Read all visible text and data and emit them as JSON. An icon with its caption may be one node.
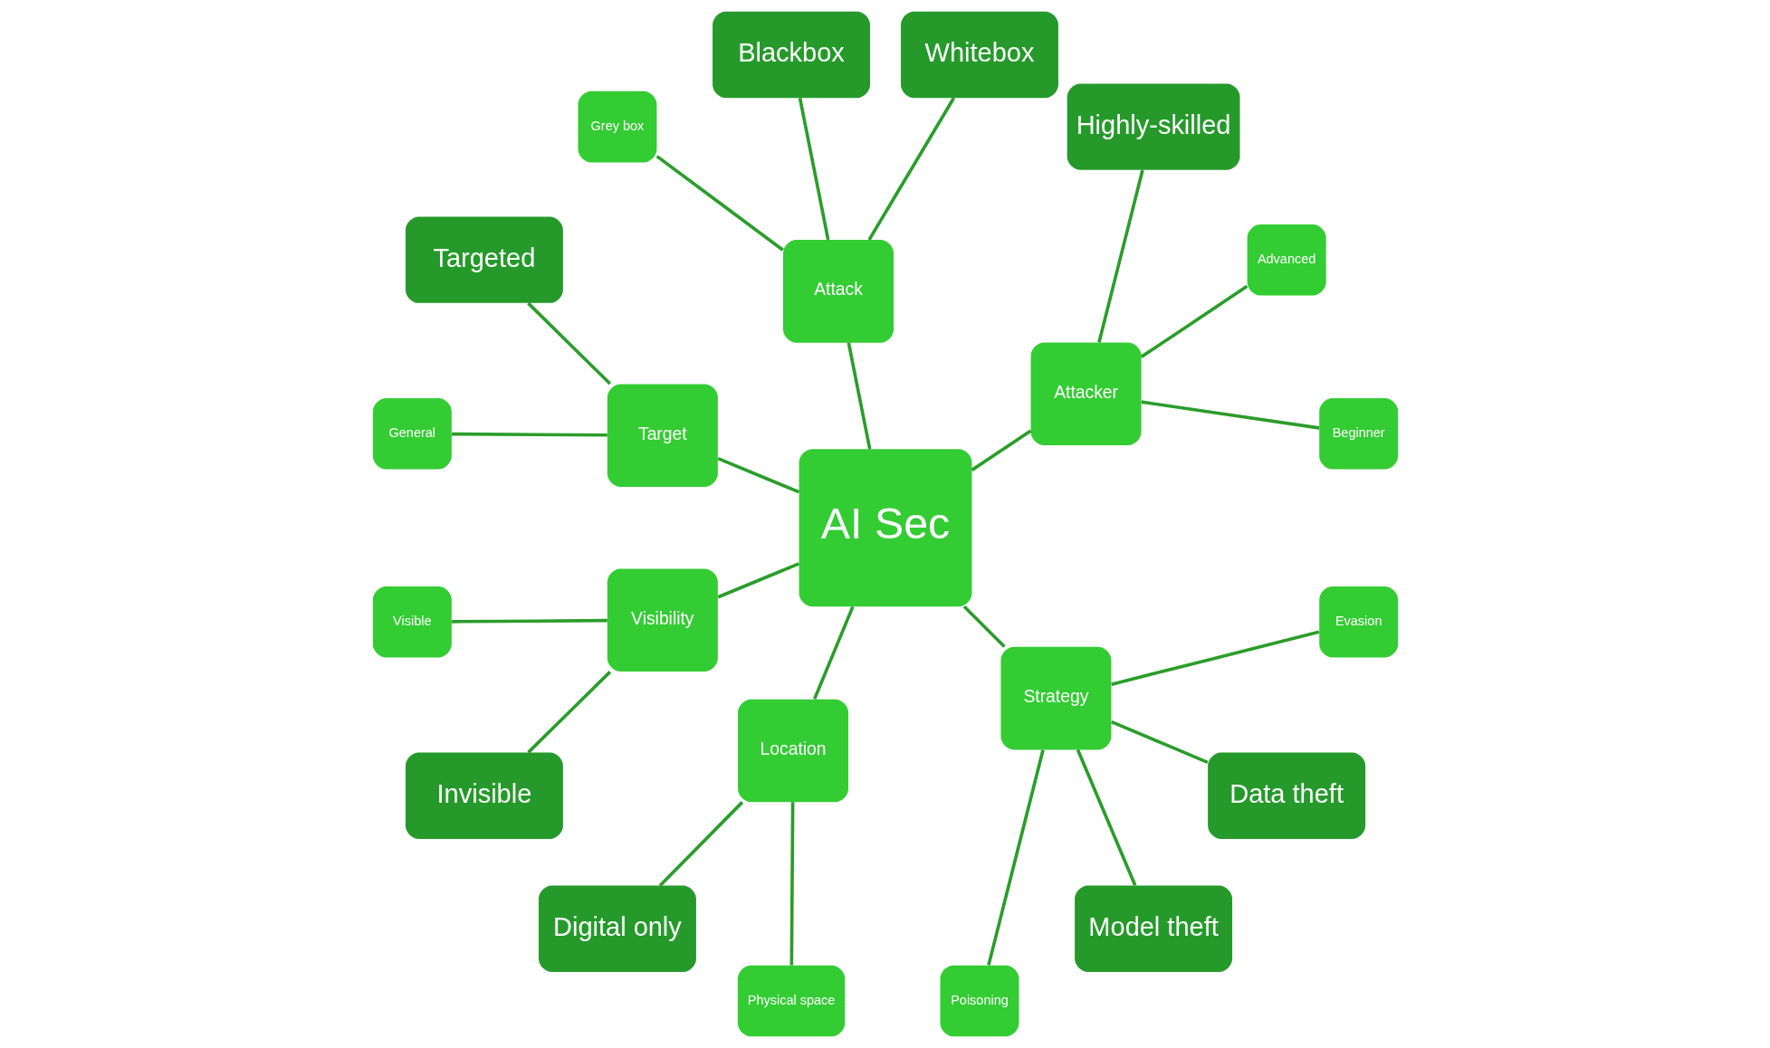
{
  "diagram": {
    "nodes": [
      {
        "text": [
          "AI Sec"
        ]
      },
      {
        "text": [
          "Attacker"
        ]
      },
      {
        "text": [
          "Beginner"
        ]
      },
      {
        "text": [
          "Advanced"
        ]
      },
      {
        "text": [
          "Highly-skilled"
        ]
      },
      {
        "text": [
          "Attack"
        ]
      },
      {
        "text": [
          "Whitebox"
        ]
      },
      {
        "text": [
          "Blackbox"
        ]
      },
      {
        "text": [
          "Grey box"
        ]
      },
      {
        "text": [
          "Target"
        ]
      },
      {
        "text": [
          "Targeted"
        ]
      },
      {
        "text": [
          "General"
        ]
      },
      {
        "text": [
          "Visibility"
        ]
      },
      {
        "text": [
          "Visible"
        ]
      },
      {
        "text": [
          "Invisible"
        ]
      },
      {
        "text": [
          "Location"
        ]
      },
      {
        "text": [
          "Digital only"
        ]
      },
      {
        "text": [
          "Physical space"
        ]
      },
      {
        "text": [
          "Strategy"
        ]
      },
      {
        "text": [
          "Poisoning"
        ]
      },
      {
        "text": [
          "Model theft"
        ]
      },
      {
        "text": [
          "Data theft"
        ]
      },
      {
        "text": [
          "Evasion"
        ]
      }
    ],
    "edges": [
      {
        "from": 0,
        "to": 1,
        "arrow": "none"
      },
      {
        "from": 1,
        "to": 2,
        "arrow": "none"
      },
      {
        "from": 1,
        "to": 3,
        "arrow": "none"
      },
      {
        "from": 1,
        "to": 4,
        "arrow": "none"
      },
      {
        "from": 0,
        "to": 5,
        "arrow": "none"
      },
      {
        "from": 5,
        "to": 6,
        "arrow": "none"
      },
      {
        "from": 5,
        "to": 7,
        "arrow": "none"
      },
      {
        "from": 5,
        "to": 8,
        "arrow": "none"
      },
      {
        "from": 0,
        "to": 9,
        "arrow": "none"
      },
      {
        "from": 9,
        "to": 10,
        "arrow": "none"
      },
      {
        "from": 9,
        "to": 11,
        "arrow": "none"
      },
      {
        "from": 0,
        "to": 12,
        "arrow": "none"
      },
      {
        "from": 12,
        "to": 13,
        "arrow": "none"
      },
      {
        "from": 12,
        "to": 14,
        "arrow": "none"
      },
      {
        "from": 0,
        "to": 15,
        "arrow": "none"
      },
      {
        "from": 15,
        "to": 16,
        "arrow": "none"
      },
      {
        "from": 15,
        "to": 17,
        "arrow": "none"
      },
      {
        "from": 0,
        "to": 18,
        "arrow": "none"
      },
      {
        "from": 18,
        "to": 19,
        "arrow": "none"
      },
      {
        "from": 18,
        "to": 20,
        "arrow": "none"
      },
      {
        "from": 18,
        "to": 21,
        "arrow": "none"
      },
      {
        "from": 18,
        "to": 22,
        "arrow": "none"
      }
    ]
  }
}
